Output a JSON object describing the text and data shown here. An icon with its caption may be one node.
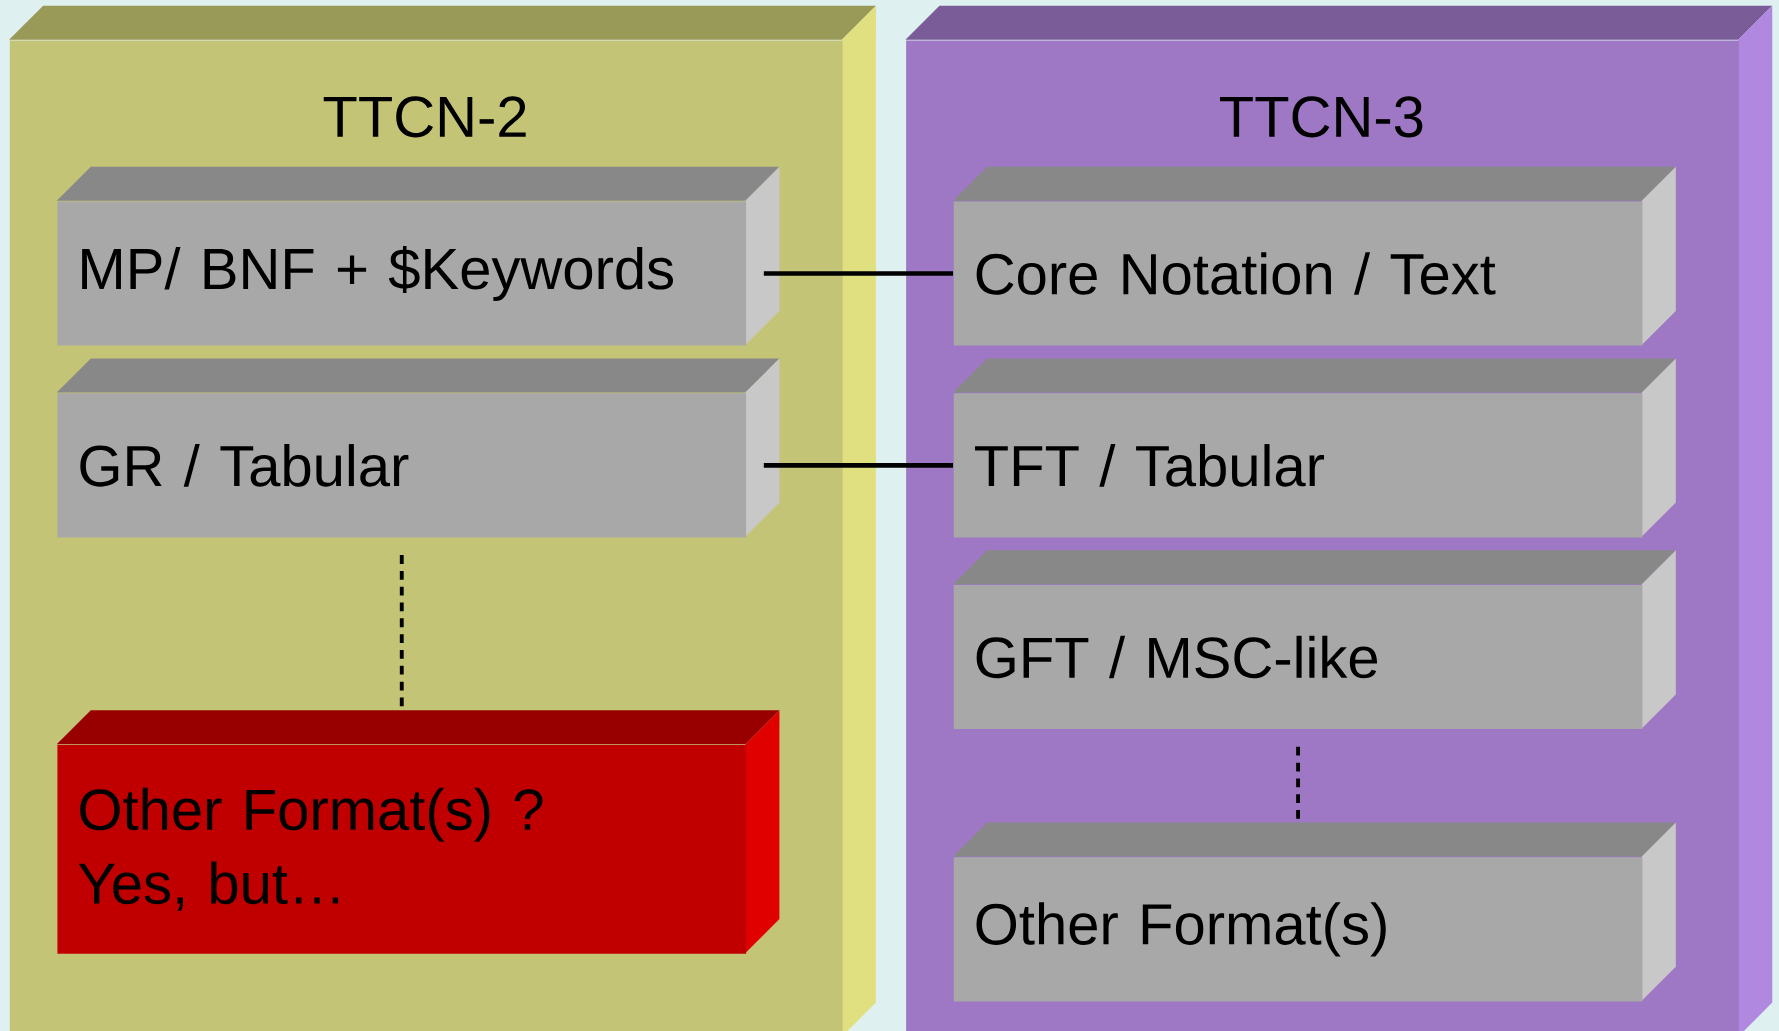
{
  "diagram": {
    "nodes": [
      {
        "text": [
          "TTCN-2"
        ]
      },
      {
        "text": [
          "MP/ BNF + $Keywords"
        ],
        "in": 0
      },
      {
        "text": [
          "GR / Tabular"
        ],
        "in": 0
      },
      {
        "text": [
          "Other Format(s) ? Yes, but…"
        ],
        "in": 0
      },
      {
        "text": [
          "TTCN-3"
        ]
      },
      {
        "text": [
          "Core Notation / Text"
        ],
        "in": 4
      },
      {
        "text": [
          "TFT / Tabular"
        ],
        "in": 4
      },
      {
        "text": [
          "GFT / MSC-like"
        ],
        "in": 4
      },
      {
        "text": [
          "Other Format(s)"
        ],
        "in": 4
      }
    ],
    "edges": [
      {
        "from": 1,
        "to": 5,
        "arrow": "none"
      },
      {
        "from": 2,
        "to": 6,
        "arrow": "none"
      },
      {
        "from": 2,
        "to": 3,
        "arrow": "none",
        "style": "dashed"
      },
      {
        "from": 7,
        "to": 8,
        "arrow": "none",
        "style": "dashed"
      }
    ]
  }
}
